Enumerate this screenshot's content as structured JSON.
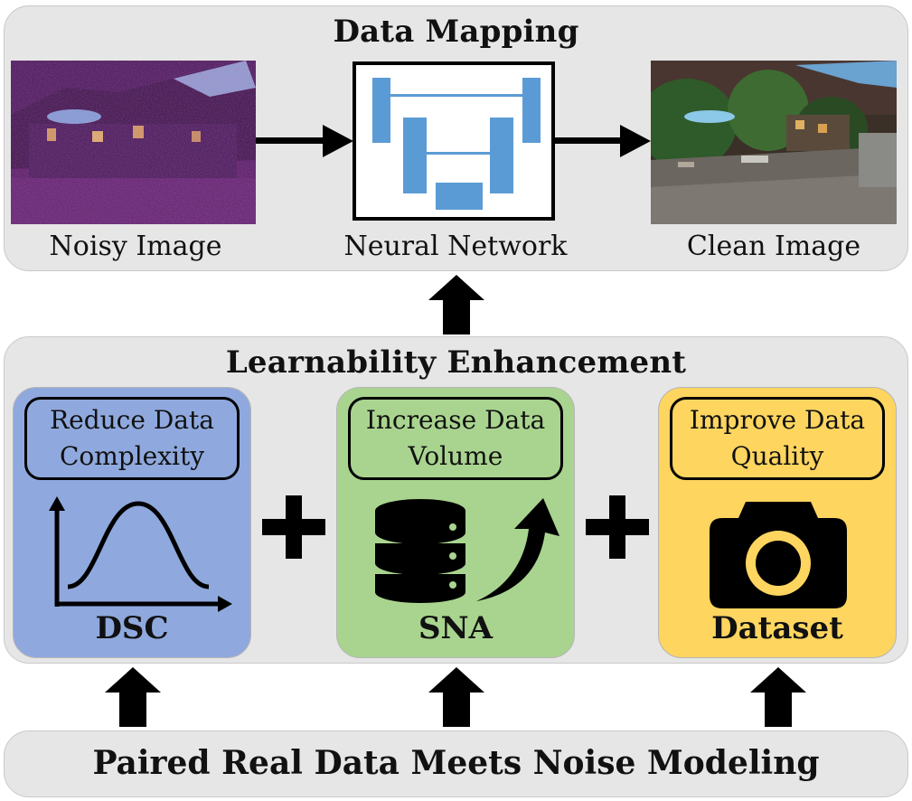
{
  "top_panel": {
    "title": "Data Mapping",
    "noisy_caption": "Noisy Image",
    "network_caption": "Neural Network",
    "clean_caption": "Clean Image"
  },
  "middle_panel": {
    "title": "Learnability Enhancement",
    "cards": [
      {
        "pill_line1": "Reduce Data",
        "pill_line2": "Complexity",
        "label": "DSC",
        "color": "#8fa9de"
      },
      {
        "pill_line1": "Increase Data",
        "pill_line2": "Volume",
        "label": "SNA",
        "color": "#a9d48f"
      },
      {
        "pill_line1": "Improve Data",
        "pill_line2": "Quality",
        "label": "Dataset",
        "color": "#fdd55f"
      }
    ]
  },
  "bottom_panel": {
    "title": "Paired Real Data Meets Noise Modeling"
  },
  "colors": {
    "panel_bg": "#e6e6e6",
    "unet_blue": "#5b9bd5",
    "arrow": "#000000"
  },
  "icons": {
    "distribution": "bell-curve-icon",
    "database": "database-icon",
    "camera": "camera-icon"
  }
}
